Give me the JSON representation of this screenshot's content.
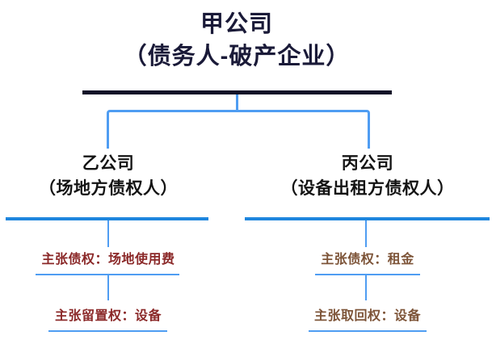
{
  "root": {
    "title_line1": "甲公司",
    "title_line2": "（债务人-破产企业）"
  },
  "left": {
    "name_line1": "乙公司",
    "name_line2": "（场地方债权人）",
    "claims": [
      {
        "label": "主张债权：场地使用费"
      },
      {
        "label": "主张留置权：设备"
      }
    ]
  },
  "right": {
    "name_line1": "丙公司",
    "name_line2": "（设备出租方债权人）",
    "claims": [
      {
        "label": "主张债权：租金"
      },
      {
        "label": "主张取回权：设备"
      }
    ]
  },
  "colors": {
    "root_text": "#1a1a38",
    "root_rule": "#111128",
    "connector_blue": "#4f9df2",
    "branch_rule_blue": "#1e86de",
    "node_text": "#141414",
    "left_claim_text": "#8b2929",
    "right_claim_text": "#7d5438"
  }
}
